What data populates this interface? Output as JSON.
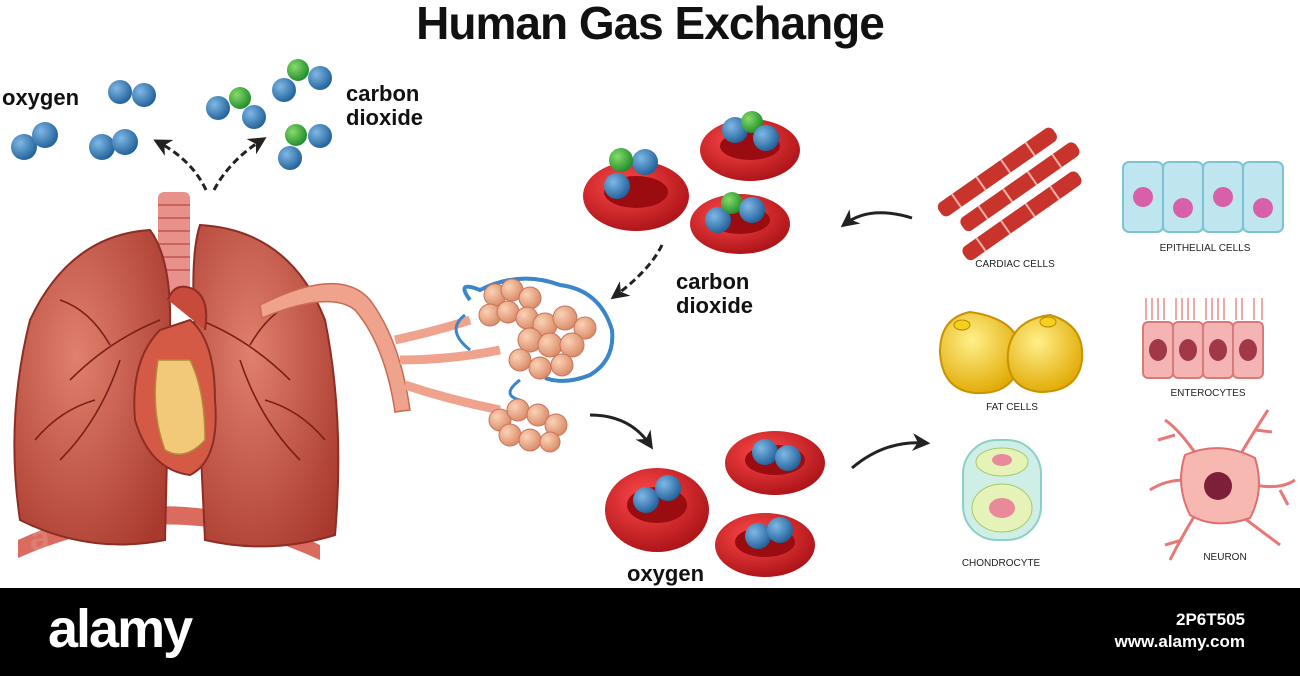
{
  "title": "Human Gas Exchange",
  "labels": {
    "oxygen_top": "oxygen",
    "co2_top_line1": "carbon",
    "co2_top_line2": "dioxide",
    "co2_mid_line1": "carbon",
    "co2_mid_line2": "dioxide",
    "oxygen_bottom": "oxygen"
  },
  "cells": {
    "cardiac": "CARDIAC CELLS",
    "epithelial": "EPITHELIAL CELLS",
    "fat": "FAT CELLS",
    "enterocytes": "ENTEROCYTES",
    "chondrocyte": "CHONDROCYTE",
    "neuron": "NEURON"
  },
  "footer": {
    "brand": "alamy",
    "image_id": "2P6T505",
    "site": "www.alamy.com"
  },
  "colors": {
    "oxygen_molecule": "#2a78b8",
    "carbon_atom": "#2e9e3a",
    "red_blood_cell": "#c8141a",
    "lung": "#c85a4e",
    "alveoli": "#f0b090",
    "capillary": "#3a86c8"
  }
}
